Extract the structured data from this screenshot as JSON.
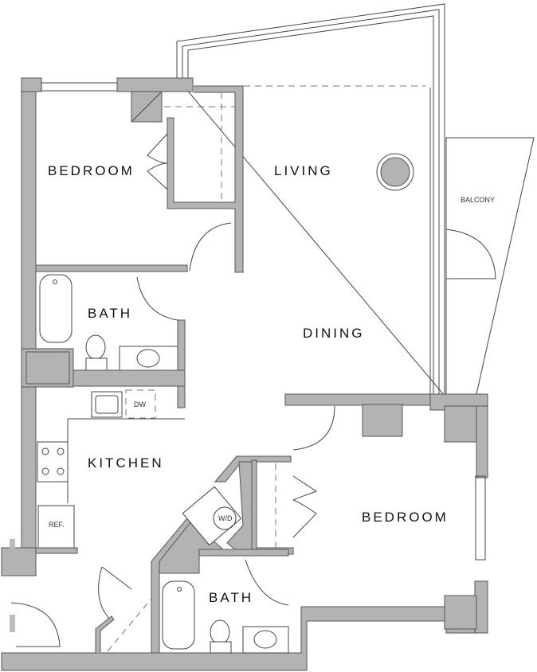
{
  "floor_plan": {
    "colors": {
      "wall": "#b3b3b3",
      "line": "#444444",
      "background": "#ffffff"
    },
    "rooms": [
      {
        "id": "bedroom-1",
        "label": "BEDROOM"
      },
      {
        "id": "living",
        "label": "LIVING"
      },
      {
        "id": "balcony",
        "label": "BALCONY"
      },
      {
        "id": "bath-1",
        "label": "BATH"
      },
      {
        "id": "dining",
        "label": "DINING"
      },
      {
        "id": "kitchen",
        "label": "KITCHEN"
      },
      {
        "id": "bedroom-2",
        "label": "BEDROOM"
      },
      {
        "id": "bath-2",
        "label": "BATH"
      }
    ],
    "fixtures": {
      "dishwasher": "DW",
      "refrigerator": "REF.",
      "washer_dryer": "W/D"
    }
  }
}
